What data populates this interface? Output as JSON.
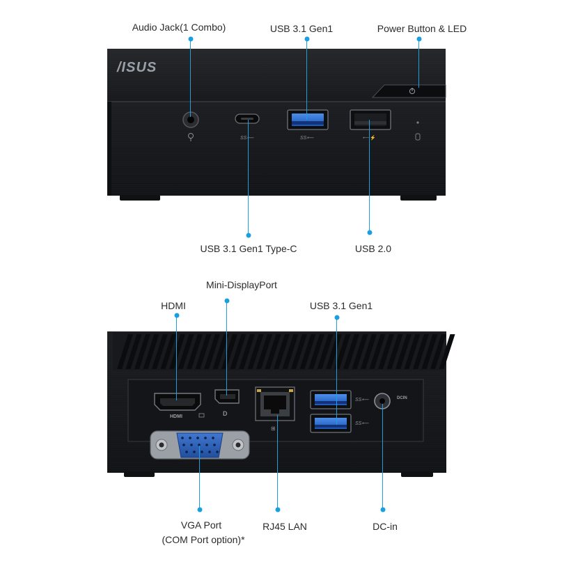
{
  "front": {
    "brand": "/ISUS",
    "labels": {
      "audio": "Audio Jack(1 Combo)",
      "usb31_top": "USB 3.1 Gen1",
      "power": "Power Button & LED",
      "usbc": "USB 3.1 Gen1 Type-C",
      "usb20": "USB 2.0"
    }
  },
  "rear": {
    "labels": {
      "minidp": "Mini-DisplayPort",
      "hdmi": "HDMI",
      "usb31": "USB 3.1 Gen1",
      "vga": "VGA Port",
      "vga_note": "(COM Port option)*",
      "rj45": "RJ45 LAN",
      "dcin": "DC-in"
    },
    "port_text": {
      "hdmi": "HDMI",
      "dcin": "DCIN"
    }
  },
  "colors": {
    "accent": "#1aa0e0",
    "chassis": "#1b1c1f",
    "usb3_blue": "#2f6fd0",
    "vga_blue": "#2c5fb3"
  }
}
